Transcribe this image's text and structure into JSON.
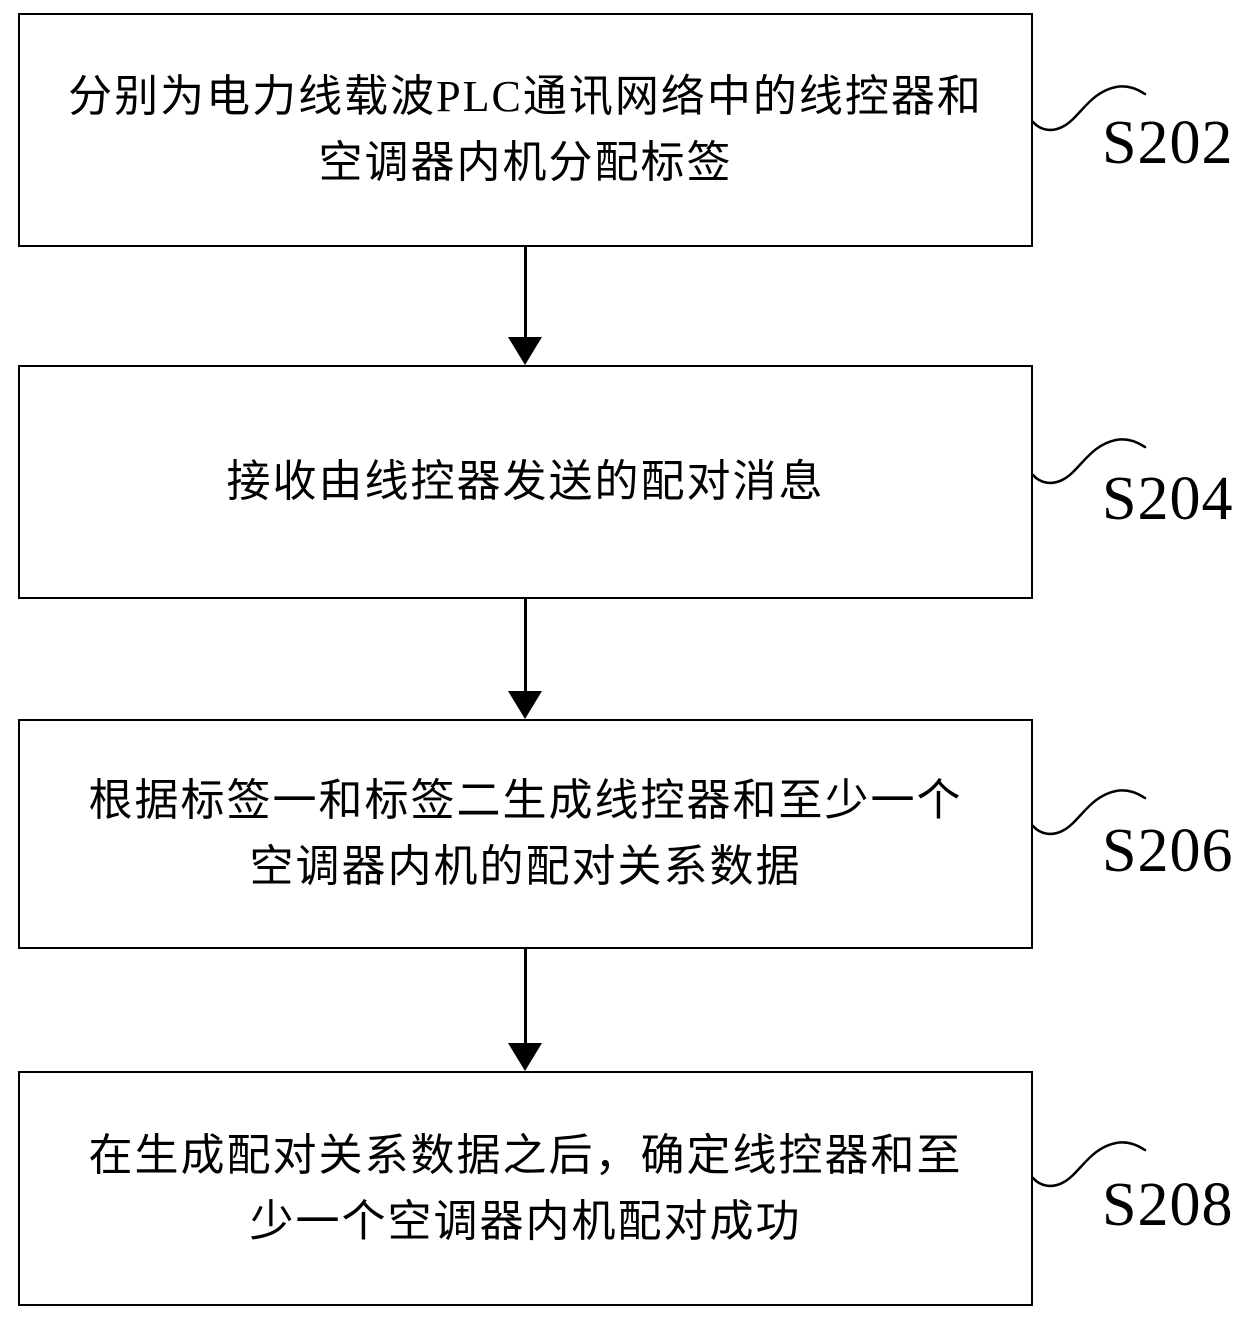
{
  "figure": {
    "type": "flowchart",
    "background": "#ffffff",
    "line_color": "#000000"
  },
  "steps": [
    {
      "label": "S202",
      "lines": [
        "分别为电力线载波PLC通讯网络中的线控器和",
        "空调器内机分配标签"
      ]
    },
    {
      "label": "S204",
      "lines": [
        "接收由线控器发送的配对消息"
      ]
    },
    {
      "label": "S206",
      "lines": [
        "根据标签一和标签二生成线控器和至少一个",
        "空调器内机的配对关系数据"
      ]
    },
    {
      "label": "S208",
      "lines": [
        "在生成配对关系数据之后，确定线控器和至",
        "少一个空调器内机配对成功"
      ]
    }
  ]
}
